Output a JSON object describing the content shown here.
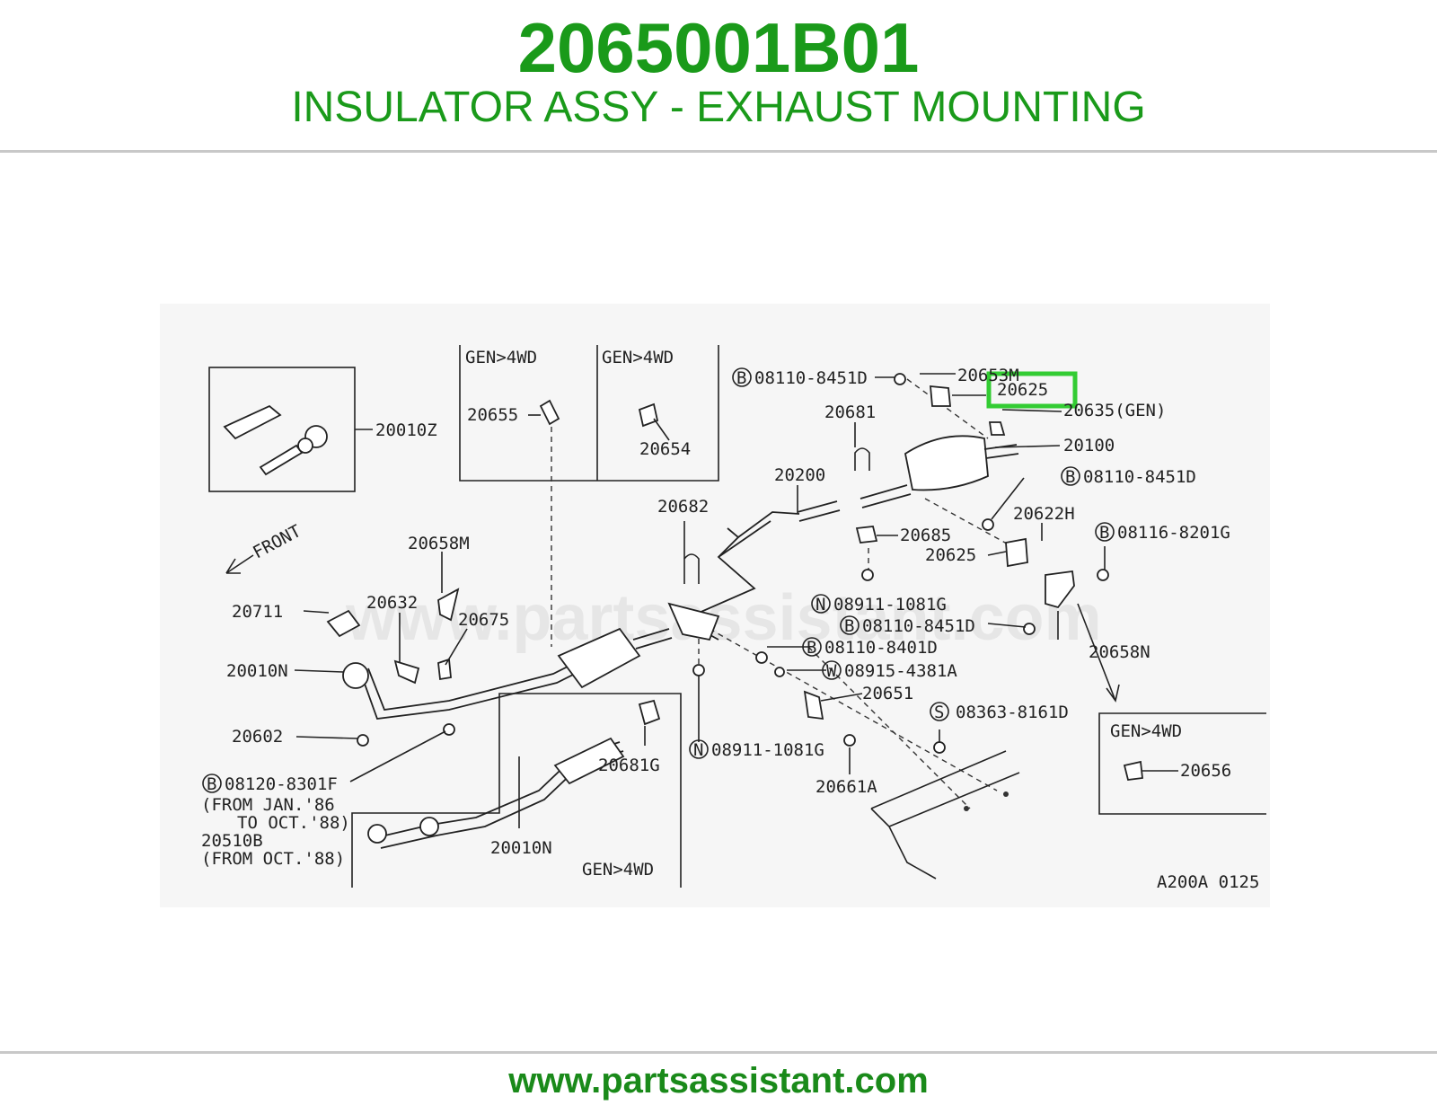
{
  "header": {
    "part_number": "2065001B01",
    "part_name": "INSULATOR ASSY - EXHAUST MOUNTING"
  },
  "footer": {
    "url": "www.partsassistant.com"
  },
  "watermark": "www.partsassistant.com",
  "diagram": {
    "code": "A200A 0125",
    "highlight_color": "#33cc33",
    "highlighted_label": "20625",
    "labels": {
      "l_20010z": "20010Z",
      "l_front": "FRONT",
      "l_gen4wd_a": "GEN>4WD",
      "l_gen4wd_b": "GEN>4WD",
      "l_20655": "20655",
      "l_20654": "20654",
      "l_08110_8451d_top": "08110-8451D",
      "l_20653m": "20653M",
      "l_20635": "20635(GEN)",
      "l_20681": "20681",
      "l_20100": "20100",
      "l_20200": "20200",
      "l_08110_8451d_mid": "08110-8451D",
      "l_20682": "20682",
      "l_20622h": "20622H",
      "l_08116_8201g": "08116-8201G",
      "l_20685": "20685",
      "l_20625_mid": "20625",
      "l_20658m": "20658M",
      "l_20711": "20711",
      "l_20632": "20632",
      "l_20675": "20675",
      "l_08911_1081g_a": "08911-1081G",
      "l_08110_8451d_low": "08110-8451D",
      "l_20658n": "20658N",
      "l_20010n_a": "20010N",
      "l_08110_8401d": "08110-8401D",
      "l_08915_4381a": "08915-4381A",
      "l_20651": "20651",
      "l_20602": "20602",
      "l_08363_8161d": "08363-8161D",
      "l_08911_1081g_b": "08911-1081G",
      "l_08120_8301f": "08120-8301F",
      "l_from_jan86": "(FROM JAN.'86",
      "l_to_oct88": "TO OCT.'88)",
      "l_20681g": "20681G",
      "l_20661a": "20661A",
      "l_20510b": "20510B",
      "l_from_oct88": "(FROM OCT.'88)",
      "l_20010n_b": "20010N",
      "l_gen4wd_c": "GEN>4WD",
      "l_gen4wd_d": "GEN>4WD",
      "l_20656": "20656"
    },
    "circle_letters": {
      "b1": "B",
      "b2": "B",
      "b3": "B",
      "b4": "B",
      "b5": "B",
      "b6": "B",
      "n1": "N",
      "n2": "N",
      "w1": "W",
      "s1": "S"
    }
  }
}
